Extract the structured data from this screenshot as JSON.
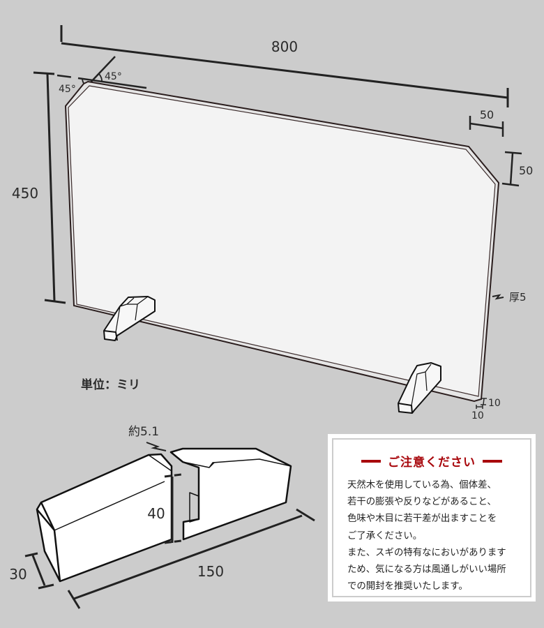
{
  "panel": {
    "width_label": "800",
    "height_label": "450",
    "corner_angle_top": "45°",
    "corner_angle_left": "45°",
    "chamfer_horizontal_label": "50",
    "chamfer_vertical_label": "50",
    "thickness_label": "厚5",
    "edge_small_vertical_label": "10",
    "edge_small_horizontal_label": "10"
  },
  "unit_label": "単位：ミリ",
  "stand": {
    "slot_width_label": "約5.1",
    "height_label": "40",
    "depth_label": "30",
    "length_label": "150"
  },
  "notice": {
    "title": "ご注意ください",
    "accent_color": "#a8070c",
    "lines": [
      "天然木を使用している為、個体差、",
      "若干の膨張や反りなどがあること、",
      "色味や木目に若干差が出ますことを",
      "ご了承ください。",
      "また、スギの特有なにおいがあります",
      "ため、気になる方は風通しがいい場所",
      "での開封を推奨いたします。"
    ]
  }
}
